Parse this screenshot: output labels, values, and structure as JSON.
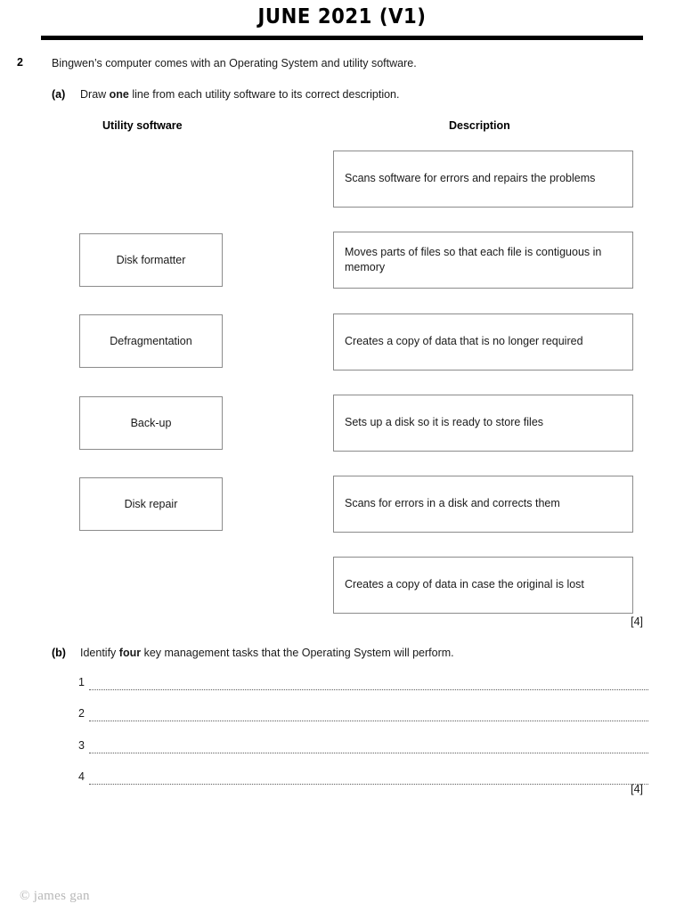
{
  "header": {
    "title": "JUNE 2021 (V1)"
  },
  "question": {
    "number": "2",
    "stem": "Bingwen’s computer comes with an Operating System and utility software."
  },
  "part_a": {
    "label": "(a)",
    "text_before": "Draw ",
    "text_bold": "one",
    "text_after": " line from each utility software to its correct description.",
    "column_headers": {
      "left": "Utility software",
      "right": "Description"
    },
    "utility_boxes": [
      {
        "label": "Disk formatter"
      },
      {
        "label": "Defragmentation"
      },
      {
        "label": "Back-up"
      },
      {
        "label": "Disk repair"
      }
    ],
    "description_boxes": [
      {
        "label": "Scans software for errors and repairs the problems"
      },
      {
        "label": "Moves parts of files so that each file is contiguous in memory"
      },
      {
        "label": "Creates a copy of data that is no longer required"
      },
      {
        "label": "Sets up a disk so it is ready to store files"
      },
      {
        "label": "Scans for errors in a disk and corrects them"
      },
      {
        "label": "Creates a copy of data in case the original is lost"
      }
    ],
    "marks": "[4]"
  },
  "part_b": {
    "label": "(b)",
    "text_before": "Identify ",
    "text_bold": "four",
    "text_after": " key management tasks that the Operating System will perform.",
    "answer_lines": [
      {
        "number": "1",
        "value": ""
      },
      {
        "number": "2",
        "value": ""
      },
      {
        "number": "3",
        "value": ""
      },
      {
        "number": "4",
        "value": ""
      }
    ],
    "marks": "[4]"
  },
  "footer": {
    "credit": "© james gan"
  },
  "colors": {
    "rule": "#000000",
    "box_border": "#8b8b8b",
    "text": "#1a1a1a",
    "footer": "#b7b7b7"
  }
}
